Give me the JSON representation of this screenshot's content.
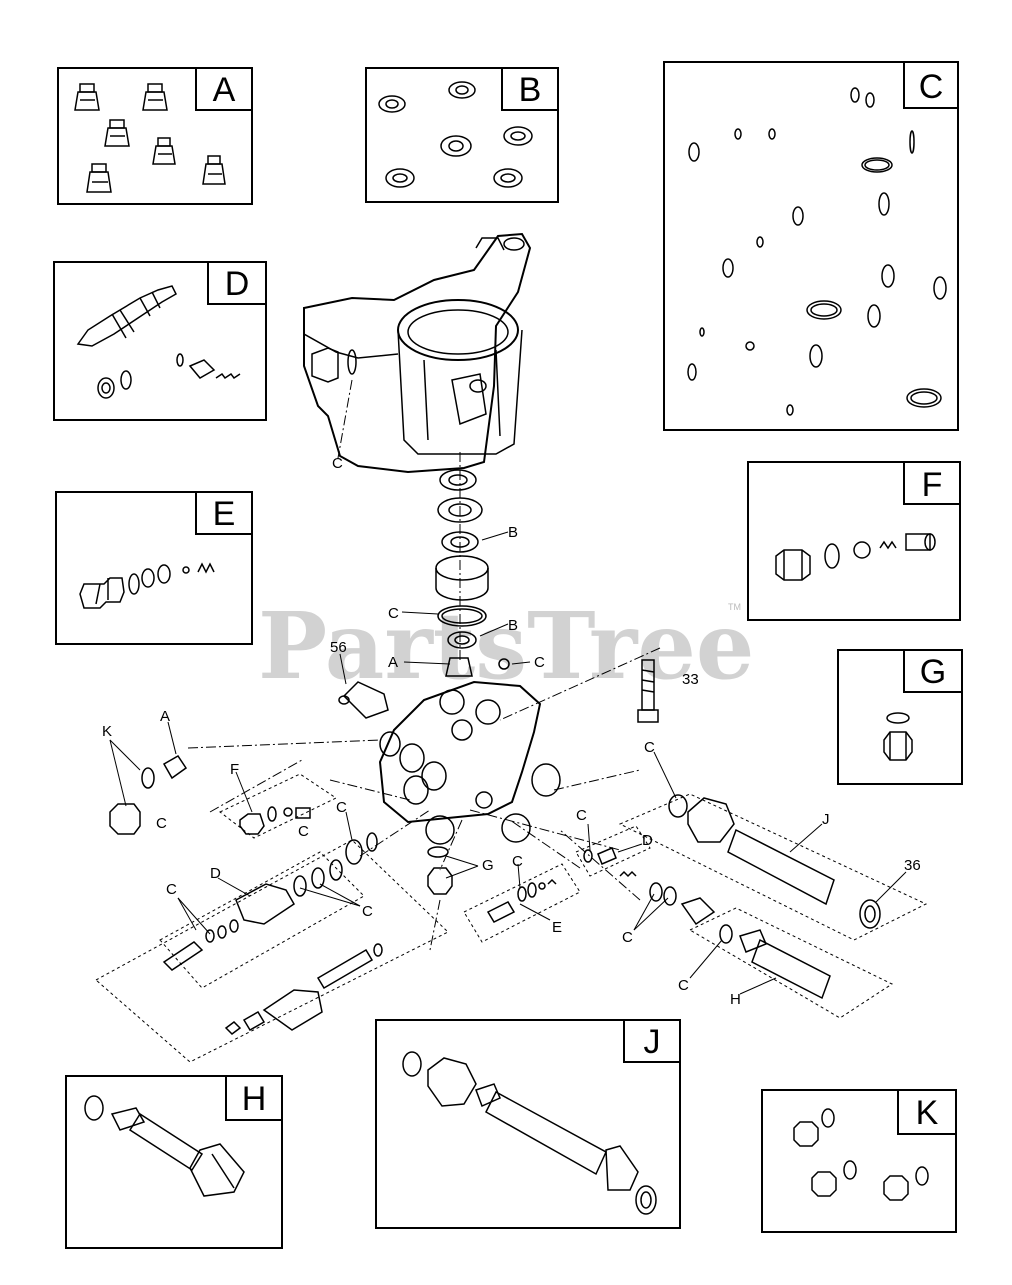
{
  "watermark": {
    "text": "PartsTree",
    "trademark": "TM"
  },
  "kits": {
    "a": "A",
    "b": "B",
    "c": "C",
    "d": "D",
    "e": "E",
    "f": "F",
    "g": "G",
    "h": "H",
    "j": "J",
    "k": "K"
  },
  "callouts": {
    "c_housing": "C",
    "b_upper": "B",
    "c_oring": "C",
    "b_lower": "B",
    "a_center": "A",
    "c_center": "C",
    "n56": "56",
    "n33": "33",
    "k_left": "K",
    "a_left": "A",
    "c_left": "C",
    "f_kit": "F",
    "c_f": "C",
    "c_d_upper": "C",
    "c_left_lower": "C",
    "d_left": "D",
    "c_d_lower": "C",
    "g_center": "G",
    "c_e": "C",
    "e_center": "E",
    "c_dr": "C",
    "d_right": "D",
    "c_j": "C",
    "j_right": "J",
    "n36": "36",
    "c_h_upper": "C",
    "c_h_lower": "C",
    "h_right": "H"
  }
}
